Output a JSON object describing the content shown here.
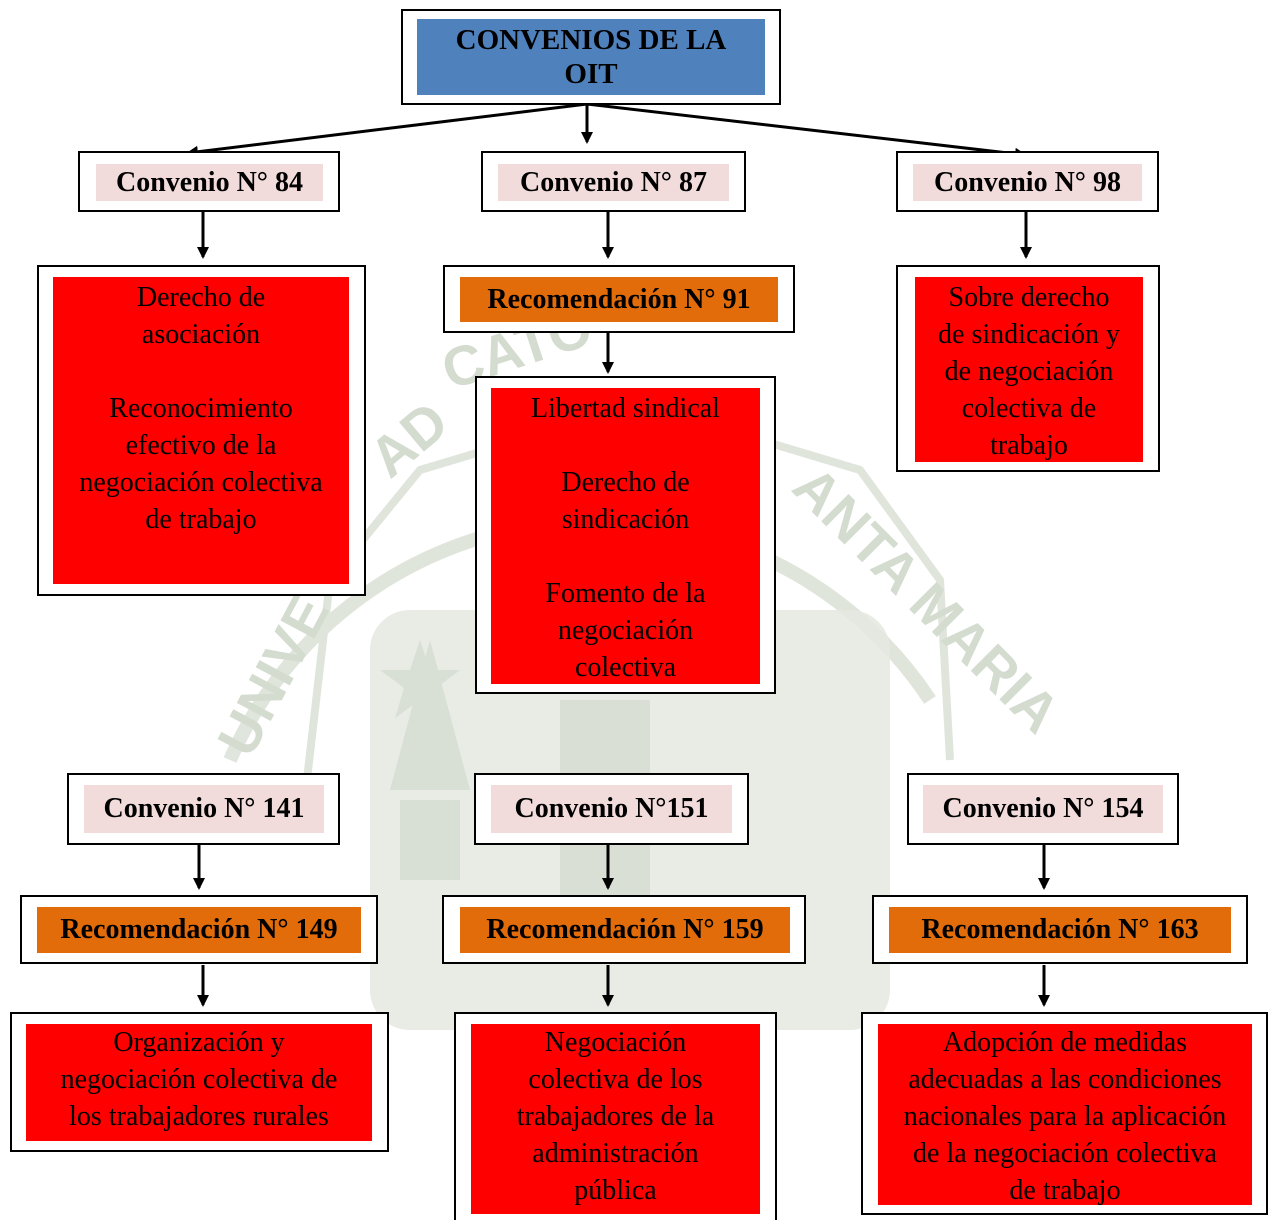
{
  "root": {
    "label": "CONVENIOS DE LA\nOIT"
  },
  "top": [
    {
      "convenio": "Convenio N° 84",
      "content": "Derecho de\nasociación\n\nReconocimiento\nefectivo de la\nnegociación colectiva\nde trabajo"
    },
    {
      "convenio": "Convenio N° 87",
      "recomendacion": "Recomendación N° 91",
      "content": "Libertad sindical\n\nDerecho de\nsindicación\n\nFomento de la\nnegociación\ncolectiva"
    },
    {
      "convenio": "Convenio N° 98",
      "content": "Sobre derecho\nde sindicación y\nde negociación\ncolectiva de\ntrabajo"
    }
  ],
  "bottom": [
    {
      "convenio": "Convenio N° 141",
      "recomendacion": "Recomendación N° 149",
      "content": "Organización y\nnegociación colectiva de\nlos trabajadores rurales"
    },
    {
      "convenio": "Convenio N°151",
      "recomendacion": "Recomendación N° 159",
      "content": "Negociación\ncolectiva de los\ntrabajadores de la\nadministración\npública"
    },
    {
      "convenio": "Convenio N° 154",
      "recomendacion": "Recomendación N° 163",
      "content": "Adopción de medidas\nadecuadas a las condiciones\nnacionales para la aplicación\nde la negociación colectiva\nde trabajo"
    }
  ],
  "watermark": {
    "text": "UNIVERSIDAD CATÓLICA DE SANTA MARÍA",
    "color": "#c9d2c4"
  },
  "colors": {
    "title": "#4f81bd",
    "convenio": "#f2dcdb",
    "recomendacion": "#e26b0a",
    "content": "#ff0000"
  }
}
